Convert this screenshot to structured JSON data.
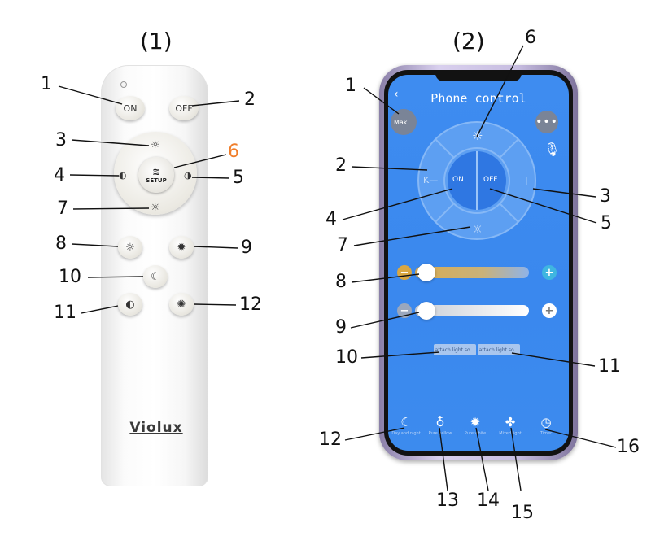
{
  "panels": {
    "remote_title": "(1)",
    "phone_title": "(2)"
  },
  "remote": {
    "on_label": "ON",
    "off_label": "OFF",
    "setup_label": "SETUP",
    "brand": "Violux"
  },
  "phone": {
    "title": "Phone control",
    "mak_label": "Mak...",
    "on_label": "ON",
    "off_label": "OFF",
    "attach_left": "attach light so...",
    "attach_right": "attach light so...",
    "tabs": [
      {
        "label": "Day and night"
      },
      {
        "label": "Pure yellow"
      },
      {
        "label": "Pure white"
      },
      {
        "label": "Mixed light"
      },
      {
        "label": "Timer"
      }
    ]
  },
  "callouts": {
    "remote": [
      "1",
      "2",
      "3",
      "4",
      "5",
      "6",
      "7",
      "8",
      "9",
      "10",
      "11",
      "12"
    ],
    "phone": [
      "1",
      "2",
      "3",
      "4",
      "5",
      "6",
      "7",
      "8",
      "9",
      "10",
      "11",
      "12",
      "13",
      "14",
      "15",
      "16"
    ]
  },
  "colors": {
    "accent_callout": "#f07e2b",
    "screen_blue": "#3c8bee",
    "warm_slider": "#d9b45a",
    "plus_button": "#3fb6e0"
  }
}
